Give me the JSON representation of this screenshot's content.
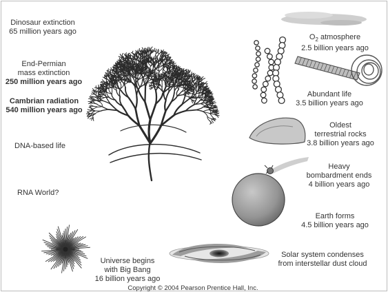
{
  "labels": {
    "dinosaur": {
      "title": "Dinosaur extinction",
      "time": "65 million years ago"
    },
    "permian": {
      "title1": "End-Permian",
      "title2": "mass extinction",
      "time": "250 million years ago"
    },
    "cambrian": {
      "title": "Cambrian radiation",
      "time": "540 million years ago"
    },
    "dna": {
      "title": "DNA-based life"
    },
    "rna": {
      "title": "RNA World?"
    },
    "universe": {
      "title1": "Universe begins",
      "title2": "with Big Bang",
      "time": "16 billion years ago"
    },
    "solar": {
      "title1": "Solar system condenses",
      "title2": "from interstellar dust cloud"
    },
    "earth": {
      "title": "Earth forms",
      "time": "4.5 billion years ago"
    },
    "bombardment": {
      "title1": "Heavy",
      "title2": "bombardment ends",
      "time": "4 billion years ago"
    },
    "rocks": {
      "title1": "Oldest",
      "title2": "terrestrial rocks",
      "time": "3.8 billion years ago"
    },
    "life": {
      "title": "Abundant life",
      "time": "3.5 billion years ago"
    },
    "oxygen": {
      "title_prefix": "O",
      "title_sub": "2",
      "title_suffix": " atmosphere",
      "time": "2.5 billion years ago"
    }
  },
  "copyright": "Copyright © 2004 Pearson Prentice Hall, Inc.",
  "colors": {
    "ink": "#2b2b2b",
    "gray": "#8c8c8c",
    "light": "#d6d6d6",
    "earth": "#9a9a9a"
  }
}
